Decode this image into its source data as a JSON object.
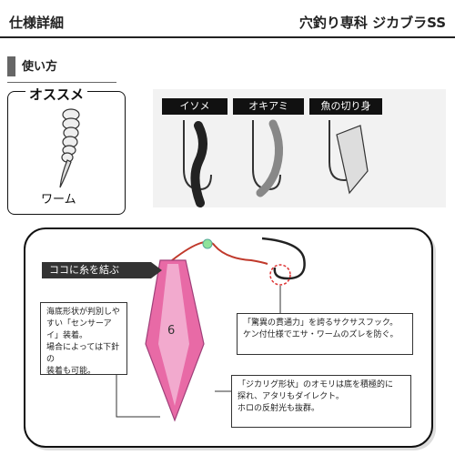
{
  "header": {
    "section_title": "仕様詳細",
    "product_title": "穴釣り専科 ジカブラSS"
  },
  "usage": {
    "label": "使い方"
  },
  "recommended": {
    "title": "オススメ",
    "caption": "ワーム"
  },
  "baits": [
    "イソメ",
    "オキアミ",
    "魚の切り身"
  ],
  "diagram": {
    "attach_label": "ココに糸を結ぶ",
    "sinker_number": "6",
    "note_left": "海底形状が判別しや\nすい「センサーアイ」装着。\n場合によっては下針の\n装着も可能。",
    "note_right_top": "「驚異の貫通力」を誇るサクサスフック。\nケン付仕様でエサ・ワームのズレを防ぐ。",
    "note_right_bottom": "「ジカリグ形状」のオモリは底を積極的に\n探れ、アタリもダイレクト。\nホロの反射光も抜群。"
  },
  "colors": {
    "sinker": "#e86aa6",
    "line": "#c0392b",
    "bead": "#8fe39a"
  }
}
